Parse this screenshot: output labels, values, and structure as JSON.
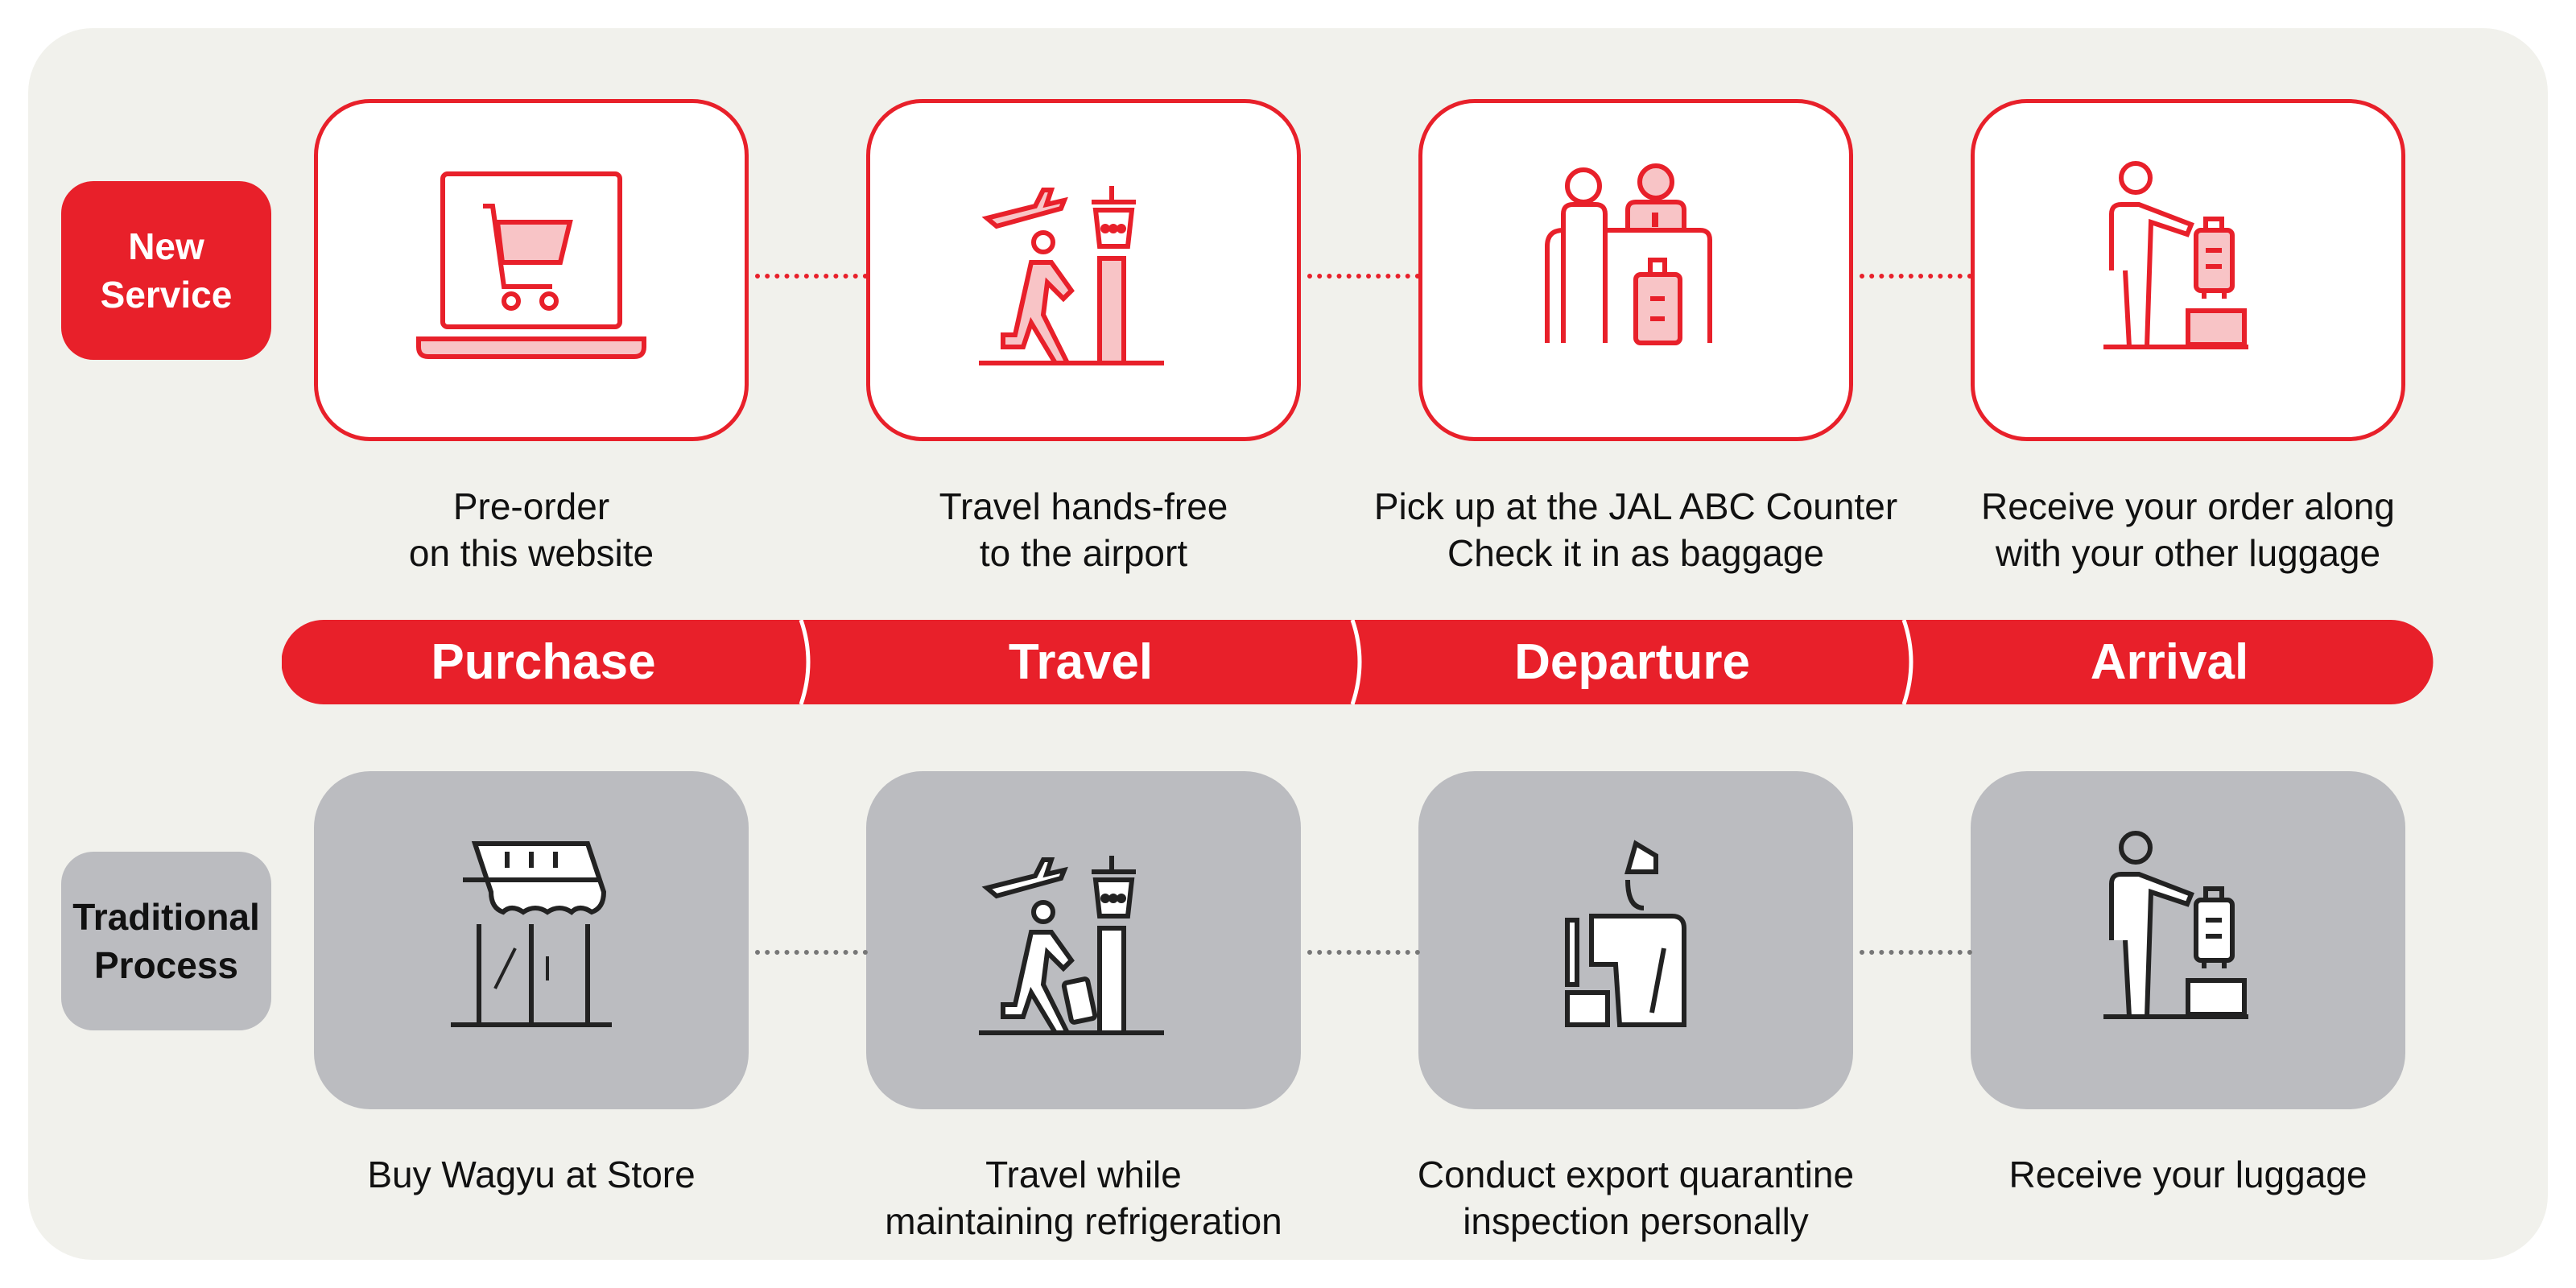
{
  "rows": {
    "new_service": {
      "label_line1": "New",
      "label_line2": "Service"
    },
    "traditional": {
      "label_line1": "Traditional",
      "label_line2": "Process"
    }
  },
  "stages": [
    "Purchase",
    "Travel",
    "Departure",
    "Arrival"
  ],
  "new_service_steps": [
    {
      "icon": "laptop-cart-icon",
      "line1": "Pre-order",
      "line2": "on this website"
    },
    {
      "icon": "traveler-airport-icon",
      "line1": "Travel hands-free",
      "line2": "to the airport"
    },
    {
      "icon": "counter-baggage-icon",
      "line1": "Pick up at the JAL ABC Counter",
      "line2": "Check it in as baggage"
    },
    {
      "icon": "receive-luggage-icon",
      "line1": "Receive your order along",
      "line2": "with your other luggage"
    }
  ],
  "traditional_steps": [
    {
      "icon": "store-icon",
      "line1": "Buy Wagyu at Store",
      "line2": ""
    },
    {
      "icon": "traveler-suitcase-icon",
      "line1": "Travel while",
      "line2": "maintaining refrigeration"
    },
    {
      "icon": "quarantine-inspector-icon",
      "line1": "Conduct export quarantine",
      "line2": "inspection personally"
    },
    {
      "icon": "receive-luggage-icon",
      "line1": "Receive your luggage",
      "line2": ""
    }
  ],
  "colors": {
    "accent": "#e8202a",
    "accent_light": "#f8c4c6",
    "gray": "#bbbcc0",
    "background": "#f1f1ec"
  }
}
